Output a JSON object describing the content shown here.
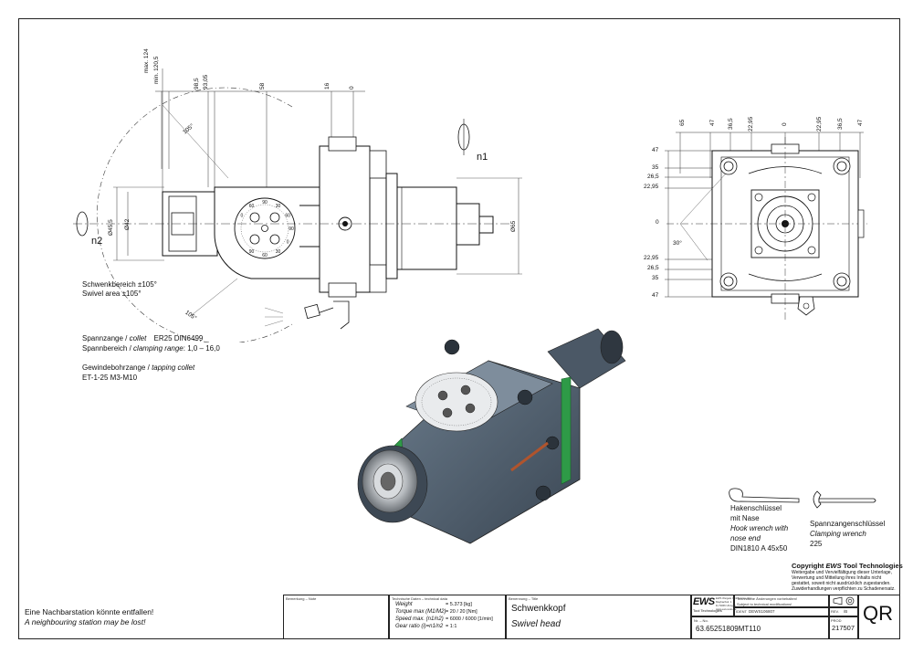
{
  "notes": {
    "swivel_de": "Schwenkbereich ±105°",
    "swivel_en": "Swivel area ±105°",
    "collet_line1_a": "Spannzange / ",
    "collet_line1_b": "collet",
    "collet_line1_c": "ER25    DIN6499",
    "collet_line2_a": "Spannbereich / ",
    "collet_line2_b": "clamping range",
    "collet_line2_c": ": 1,0 – 16,0",
    "tap_line1_a": "Gewindebohrzange / ",
    "tap_line1_b": "tapping collet",
    "tap_line2": "ET-1-25   M3-M10"
  },
  "left_view": {
    "dims_top": [
      "max. 124",
      "min. 120,5",
      "98,5",
      "93,05",
      "58",
      "16",
      "0"
    ],
    "angle_top": "105°",
    "angle_bottom": "105°",
    "dia_left_outer": "Ø45,5",
    "dia_left_inner": "Ø42",
    "dia_right": "Ø65",
    "label_n1": "n1",
    "label_n2": "n2",
    "dial_numbers": [
      "0",
      "60",
      "90",
      "30",
      "60",
      "90",
      "0",
      "30",
      "60",
      "90"
    ]
  },
  "right_view": {
    "dims_top": [
      "65",
      "47",
      "36,5",
      "22,95",
      "0",
      "22,95",
      "36,5",
      "47"
    ],
    "dims_left": [
      "47",
      "35",
      "26,5",
      "22,95",
      "0",
      "22,95",
      "26,5",
      "35",
      "47"
    ],
    "angle": "30°"
  },
  "tools": {
    "hook_de1": "Hakenschlüssel",
    "hook_de2": "mit Nase",
    "hook_en1": "Hook wrench with",
    "hook_en2": "nose end",
    "hook_norm": "DIN1810  A  45x50",
    "clamp_de": "Spannzangenschlüssel",
    "clamp_en": "Clamping wrench",
    "clamp_size": "225"
  },
  "copyright": {
    "title_a": "Copyright ",
    "title_b": "EWS",
    "title_c": " Tool Technologies",
    "l1": "Weitergabe und Vervielfältigung dieser Unterlage,",
    "l2": "Verwertung und Mitteilung ihres Inhalts nicht",
    "l3": "gestattet, soweit nicht ausdrücklich zugestanden.",
    "l4": "Zuwiderhandlungen verpflichten zu Schadenersatz."
  },
  "warning": {
    "de": "Eine Nachbarstation könnte entfallen!",
    "en": "A neighbouring station may be lost!"
  },
  "title_block": {
    "bemerkung_label": "Bemerkung – Note",
    "tech_label": "Technische Daten – technical data",
    "tech_rows": [
      {
        "label": "Weight",
        "value": "= 5.373 [kg]"
      },
      {
        "label": "Torque max (M1/M2)",
        "value": "= 20 / 20 [Nm]"
      },
      {
        "label": "Speed max. (n1/n2)",
        "value": "= 6000 / 6000 [1/min]"
      },
      {
        "label": "Gear ratio  (i)=n1/n2",
        "value": "= 1:1"
      }
    ],
    "benennung_label": "Benennung – Title",
    "title_de": "Schwenkkopf",
    "title_en": "Swivel head",
    "logo": "EWS",
    "logo_sub": "Tool Technologies",
    "company_lines": [
      "EWS Weigele GmbH & Co. KG",
      "Maybachstr. 1",
      "D-73066 Uhingen",
      "www.ews-tools.de"
    ],
    "change_de": "Technische Änderungen vorbehalten!",
    "change_en": "Subject to technical modifications!",
    "ident_label": "IDENT",
    "ident_value": "DEWS106807",
    "rev_label": "REV.",
    "rev_value": "/B",
    "nr_label": "Nr. – No.",
    "part_no": "63.65251809MT110",
    "prod_label": "PROD",
    "prod_value": "217507",
    "qr": "QR"
  }
}
